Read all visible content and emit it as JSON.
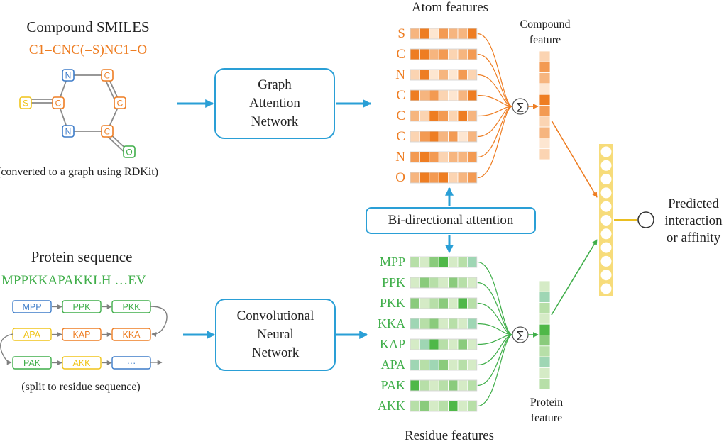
{
  "compound": {
    "title": "Compound SMILES",
    "smiles": "C1=CNC(=S)NC1=O",
    "caption": "(converted to a graph using RDKit)",
    "atoms": [
      "N",
      "C",
      "S",
      "C",
      "C",
      "N",
      "C",
      "O"
    ]
  },
  "protein": {
    "title": "Protein sequence",
    "sequence": "MPPKKAPAKKLH …EV",
    "caption": "(split to residue sequence)",
    "chips": [
      [
        "MPP",
        "PPK",
        "PKK"
      ],
      [
        "APA",
        "KAP",
        "KKA"
      ],
      [
        "PAK",
        "AKK",
        "···"
      ]
    ]
  },
  "networks": {
    "gat": "Graph\nAttention\nNetwork",
    "cnn": "Convolutional\nNeural\nNetwork"
  },
  "attention_label": "Bi-directional attention",
  "atom_features": {
    "title": "Atom features",
    "labels": [
      "S",
      "C",
      "N",
      "C",
      "C",
      "C",
      "N",
      "O"
    ]
  },
  "residue_features": {
    "title": "Residue features",
    "labels": [
      "MPP",
      "PPK",
      "PKK",
      "KKA",
      "KAP",
      "APA",
      "PAK",
      "AKK"
    ]
  },
  "compound_feature": {
    "label": "Compound\nfeature"
  },
  "protein_feature": {
    "label": "Protein\nfeature"
  },
  "sum_symbol": "∑",
  "output_label": "Predicted\ninteraction\nor affinity",
  "colors": {
    "compound_orange": "#ee7d22",
    "protein_green": "#3fae49",
    "arrow_blue": "#2a9fd6",
    "node_blue": "#3d7cc9",
    "node_yellow": "#f0c419",
    "dense_yellow": "#f7dc7a"
  }
}
